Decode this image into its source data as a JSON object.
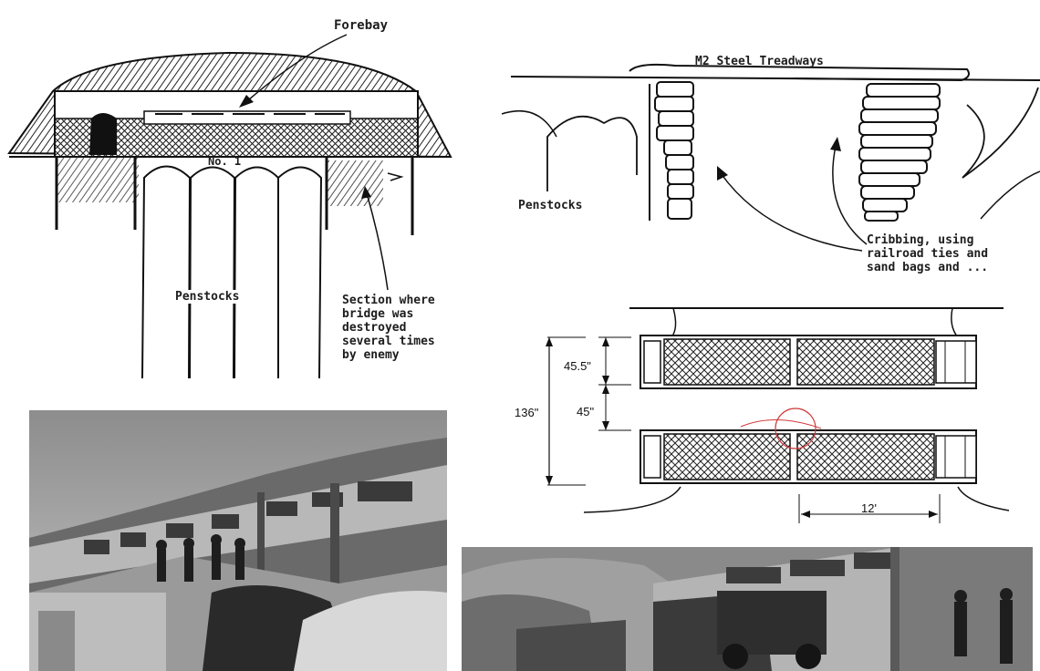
{
  "sketch_left": {
    "label_forebay": "Forebay",
    "label_no": "No. 1",
    "label_penstocks": "Penstocks",
    "label_section": [
      "Section where",
      "bridge was",
      "destroyed",
      "several times",
      "by enemy"
    ]
  },
  "sketch_right": {
    "label_treadways": "M2 Steel Treadways",
    "label_penstocks": "Penstocks",
    "label_cribbing": [
      "Cribbing, using",
      "railroad ties and",
      "sand bags and ..."
    ]
  },
  "plan_view": {
    "dim_total": "136\"",
    "dim_top": "45.5\"",
    "dim_gap": "45\"",
    "dim_length": "12'"
  },
  "photos": {
    "left_photo": "photo-soldiers-on-damaged-powerhouse",
    "right_photo": "photo-truck-crossing-bridge"
  }
}
